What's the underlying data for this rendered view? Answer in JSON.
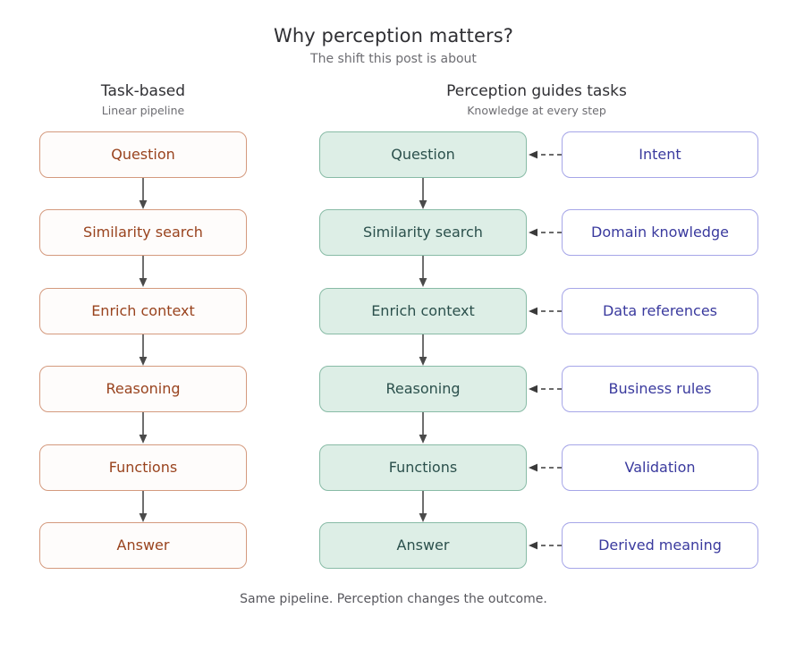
{
  "header": {
    "title": "Why perception matters?",
    "subtitle": "The shift this post is about"
  },
  "columns": {
    "left": {
      "title": "Task-based",
      "subtitle": "Linear pipeline"
    },
    "right": {
      "title": "Perception guides tasks",
      "subtitle": "Knowledge at every step"
    }
  },
  "task_pipeline": [
    {
      "label": "Question"
    },
    {
      "label": "Similarity search"
    },
    {
      "label": "Enrich context"
    },
    {
      "label": "Reasoning"
    },
    {
      "label": "Functions"
    },
    {
      "label": "Answer"
    }
  ],
  "perception_pipeline": [
    {
      "label": "Question"
    },
    {
      "label": "Similarity search"
    },
    {
      "label": "Enrich context"
    },
    {
      "label": "Reasoning"
    },
    {
      "label": "Functions"
    },
    {
      "label": "Answer"
    }
  ],
  "knowledge_inputs": [
    {
      "label": "Intent"
    },
    {
      "label": "Domain knowledge"
    },
    {
      "label": "Data references"
    },
    {
      "label": "Business rules"
    },
    {
      "label": "Validation"
    },
    {
      "label": "Derived meaning"
    }
  ],
  "footer": {
    "note": "Same pipeline. Perception changes the outcome."
  },
  "colors": {
    "task_border": "#d49a7e",
    "task_text": "#99431e",
    "task_fill": "#fefcfb",
    "perception_border": "#88bba6",
    "perception_text": "#2b504c",
    "perception_fill": "#ddeee6",
    "knowledge_border": "#a6a6e8",
    "knowledge_text": "#3a3a9e",
    "knowledge_fill": "#ffffff",
    "arrow": "#4a4a4a",
    "title_text": "#2f2f33",
    "subtitle_text": "#6d6d72",
    "footer_text": "#58585e",
    "background": "#ffffff"
  }
}
